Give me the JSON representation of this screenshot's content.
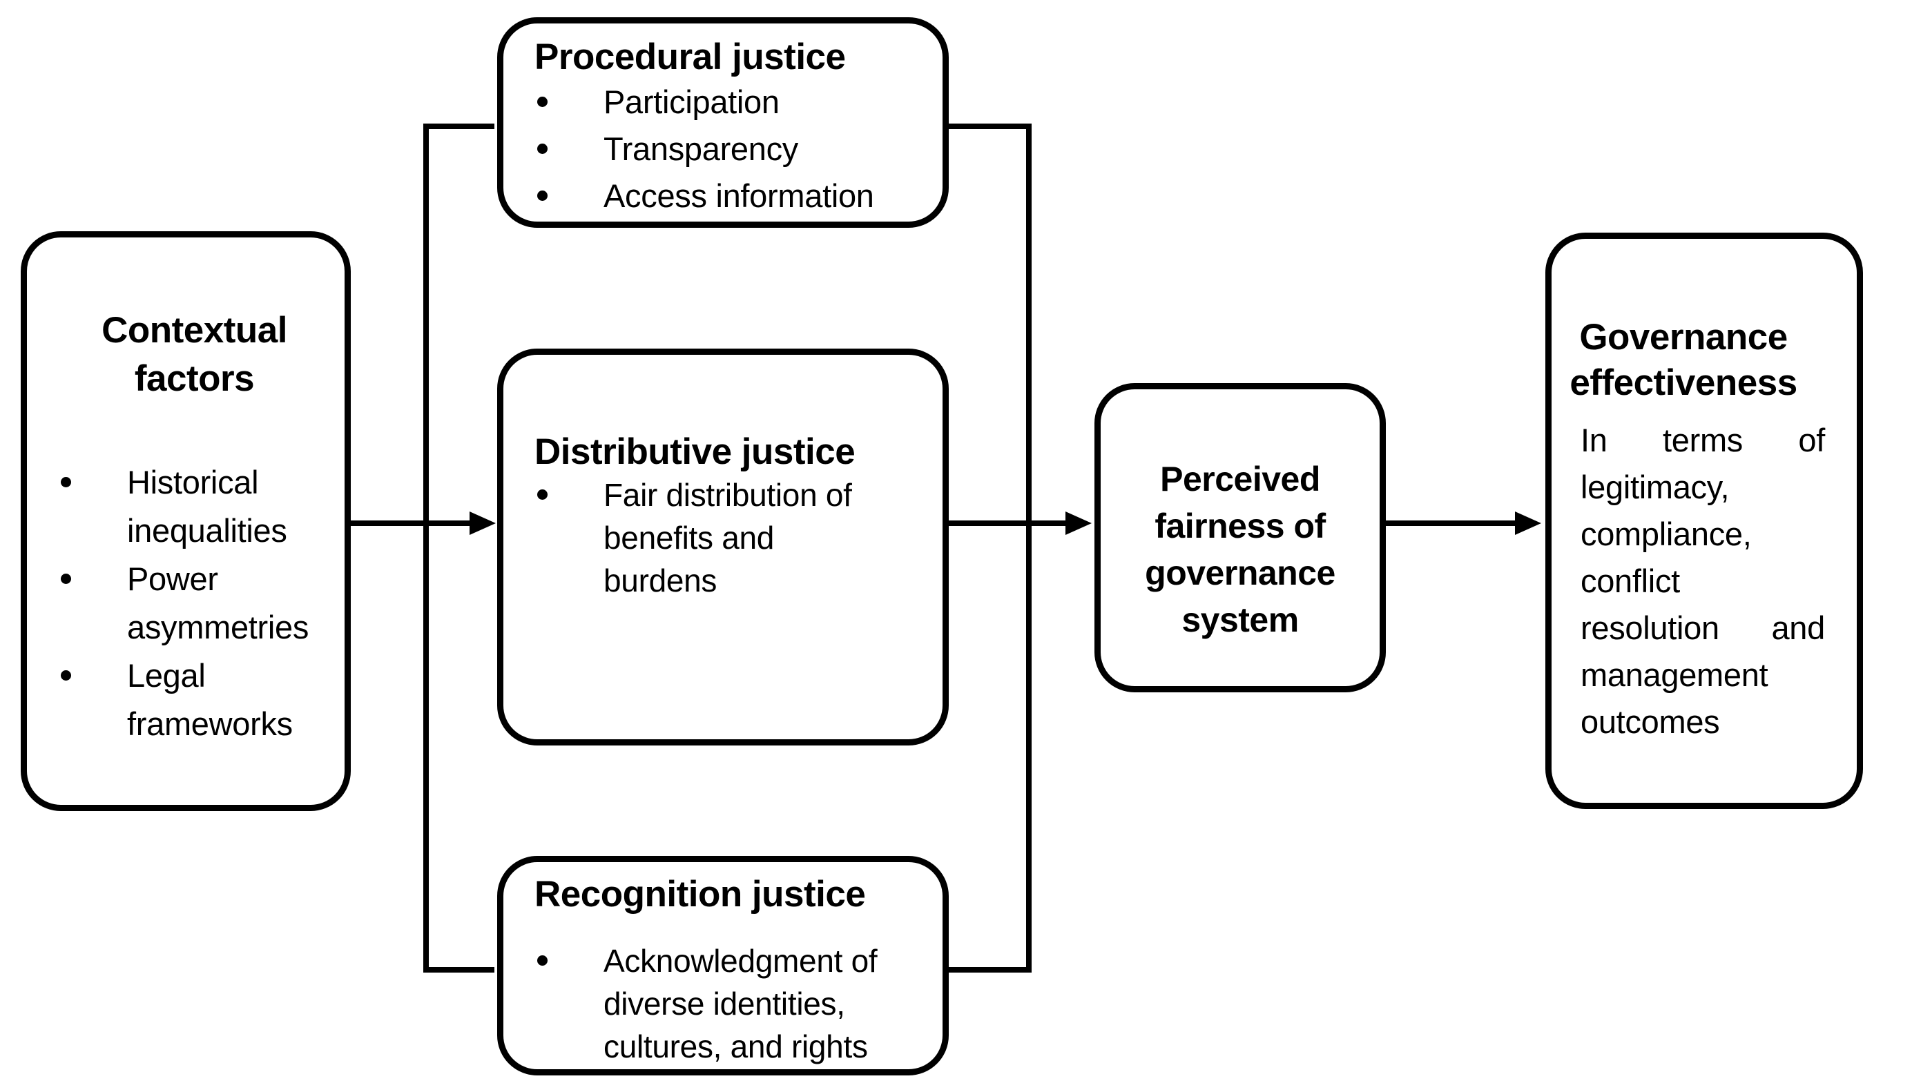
{
  "figure": {
    "type": "flow-diagram",
    "background_color": "#ffffff",
    "line_color": "#000000",
    "nodes": {
      "contextual": {
        "title_lines": [
          "Contextual",
          "factors"
        ],
        "bullets": [
          {
            "lines": [
              "Historical",
              "inequalities"
            ]
          },
          {
            "lines": [
              "Power",
              "asymmetries"
            ]
          },
          {
            "lines": [
              "Legal",
              "frameworks"
            ]
          }
        ]
      },
      "procedural": {
        "title": "Procedural justice",
        "bullets": [
          {
            "lines": [
              "Participation"
            ]
          },
          {
            "lines": [
              "Transparency"
            ]
          },
          {
            "lines": [
              "Access information"
            ]
          }
        ]
      },
      "distributive": {
        "title": "Distributive justice",
        "bullets": [
          {
            "lines": [
              "Fair distribution of",
              "benefits and",
              "burdens"
            ]
          }
        ]
      },
      "recognition": {
        "title": "Recognition justice",
        "bullets": [
          {
            "lines": [
              "Acknowledgment of",
              "diverse identities,",
              "cultures, and rights"
            ]
          }
        ]
      },
      "perceived": {
        "title_lines": [
          "Perceived",
          "fairness of",
          "governance",
          "system"
        ]
      },
      "governance": {
        "title_lines": [
          "Governance",
          "effectiveness"
        ],
        "body_lines": [
          "In terms of",
          "legitimacy,",
          "compliance,",
          "conflict",
          "resolution and",
          "management",
          "outcomes"
        ]
      }
    }
  }
}
